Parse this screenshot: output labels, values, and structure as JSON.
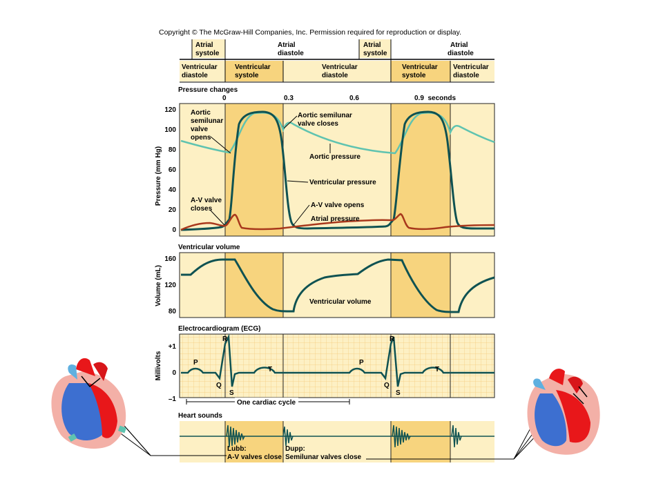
{
  "copyright": "Copyright © The McGraw-Hill Companies, Inc. Permission required for reproduction or display.",
  "phase_rows": {
    "atrial": [
      {
        "label": [
          "Atrial",
          "systole"
        ]
      },
      {
        "label": [
          "Atrial",
          "diastole"
        ]
      },
      {
        "label": [
          "Atrial",
          "systole"
        ]
      },
      {
        "label": [
          "Atrial",
          "diastole"
        ]
      }
    ],
    "ventricular": [
      {
        "label": [
          "Ventricular",
          "diastole"
        ]
      },
      {
        "label": [
          "Ventricular",
          "systole"
        ]
      },
      {
        "label": [
          "Ventricular",
          "diastole"
        ]
      },
      {
        "label": [
          "Ventricular",
          "systole"
        ]
      },
      {
        "label": [
          "Ventricular",
          "diastole"
        ]
      }
    ]
  },
  "pressure_panel": {
    "title": "Pressure changes",
    "time_ticks": [
      "0",
      "0.3",
      "0.6",
      "0.9  seconds"
    ],
    "ylabel": "Pressure (mm Hg)",
    "yticks": [
      120,
      100,
      80,
      60,
      40,
      20,
      0
    ],
    "annotations": {
      "aortic_open": [
        "Aortic",
        "semilunar",
        "valve",
        "opens"
      ],
      "aortic_close": [
        "Aortic semilunar",
        "valve closes"
      ],
      "aortic_pressure": "Aortic pressure",
      "ventricular_pressure": "Ventricular pressure",
      "av_close": [
        "A-V valve",
        "closes"
      ],
      "av_open": "A-V valve opens",
      "atrial_pressure": "Atrial pressure"
    },
    "colors": {
      "aortic": "#5fc3b0",
      "ventricular": "#0f5252",
      "atrial": "#a8381c"
    }
  },
  "volume_panel": {
    "title": "Ventricular volume",
    "ylabel": "Volume (mL)",
    "yticks": [
      160,
      120,
      80
    ],
    "curve_label": "Ventricular volume"
  },
  "ecg_panel": {
    "title": "Electrocardiogram (ECG)",
    "ylabel": "Millivolts",
    "yticks": [
      "+1",
      "0",
      "–1"
    ],
    "waves": [
      "P",
      "R",
      "Q",
      "S",
      "T",
      "P",
      "R",
      "Q",
      "S",
      "T"
    ],
    "cycle_label": "One cardiac cycle"
  },
  "sounds_panel": {
    "title": "Heart sounds",
    "lubb": [
      "Lubb:",
      "A-V valves close"
    ],
    "dupp": [
      "Dupp:",
      "Semilunar valves close"
    ]
  },
  "colors": {
    "band_light": "#fdf0c4",
    "band_dark": "#f7d47e",
    "frame": "#222222"
  }
}
